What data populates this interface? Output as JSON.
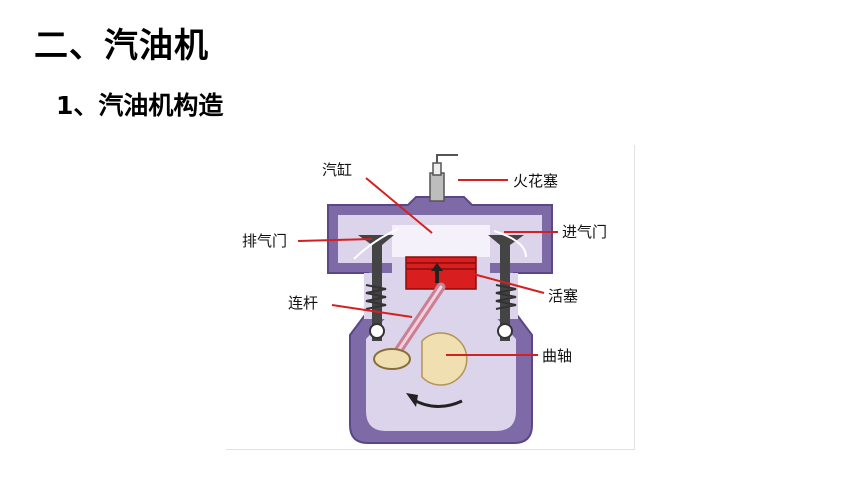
{
  "heading": "二、汽油机",
  "subheading": "1、汽油机构造",
  "diagram": {
    "labels": {
      "cylinder": "汽缸",
      "spark_plug": "火花塞",
      "exhaust_valve": "排气门",
      "intake_valve": "进气门",
      "connecting_rod": "连杆",
      "piston": "活塞",
      "crankshaft": "曲轴"
    },
    "colors": {
      "body": "#7f6aa8",
      "cavity": "#dcd4ea",
      "piston": "#d81e1e",
      "rod": "#c97f95",
      "crank": "#f0dfb0",
      "leader": "#d42020"
    }
  }
}
